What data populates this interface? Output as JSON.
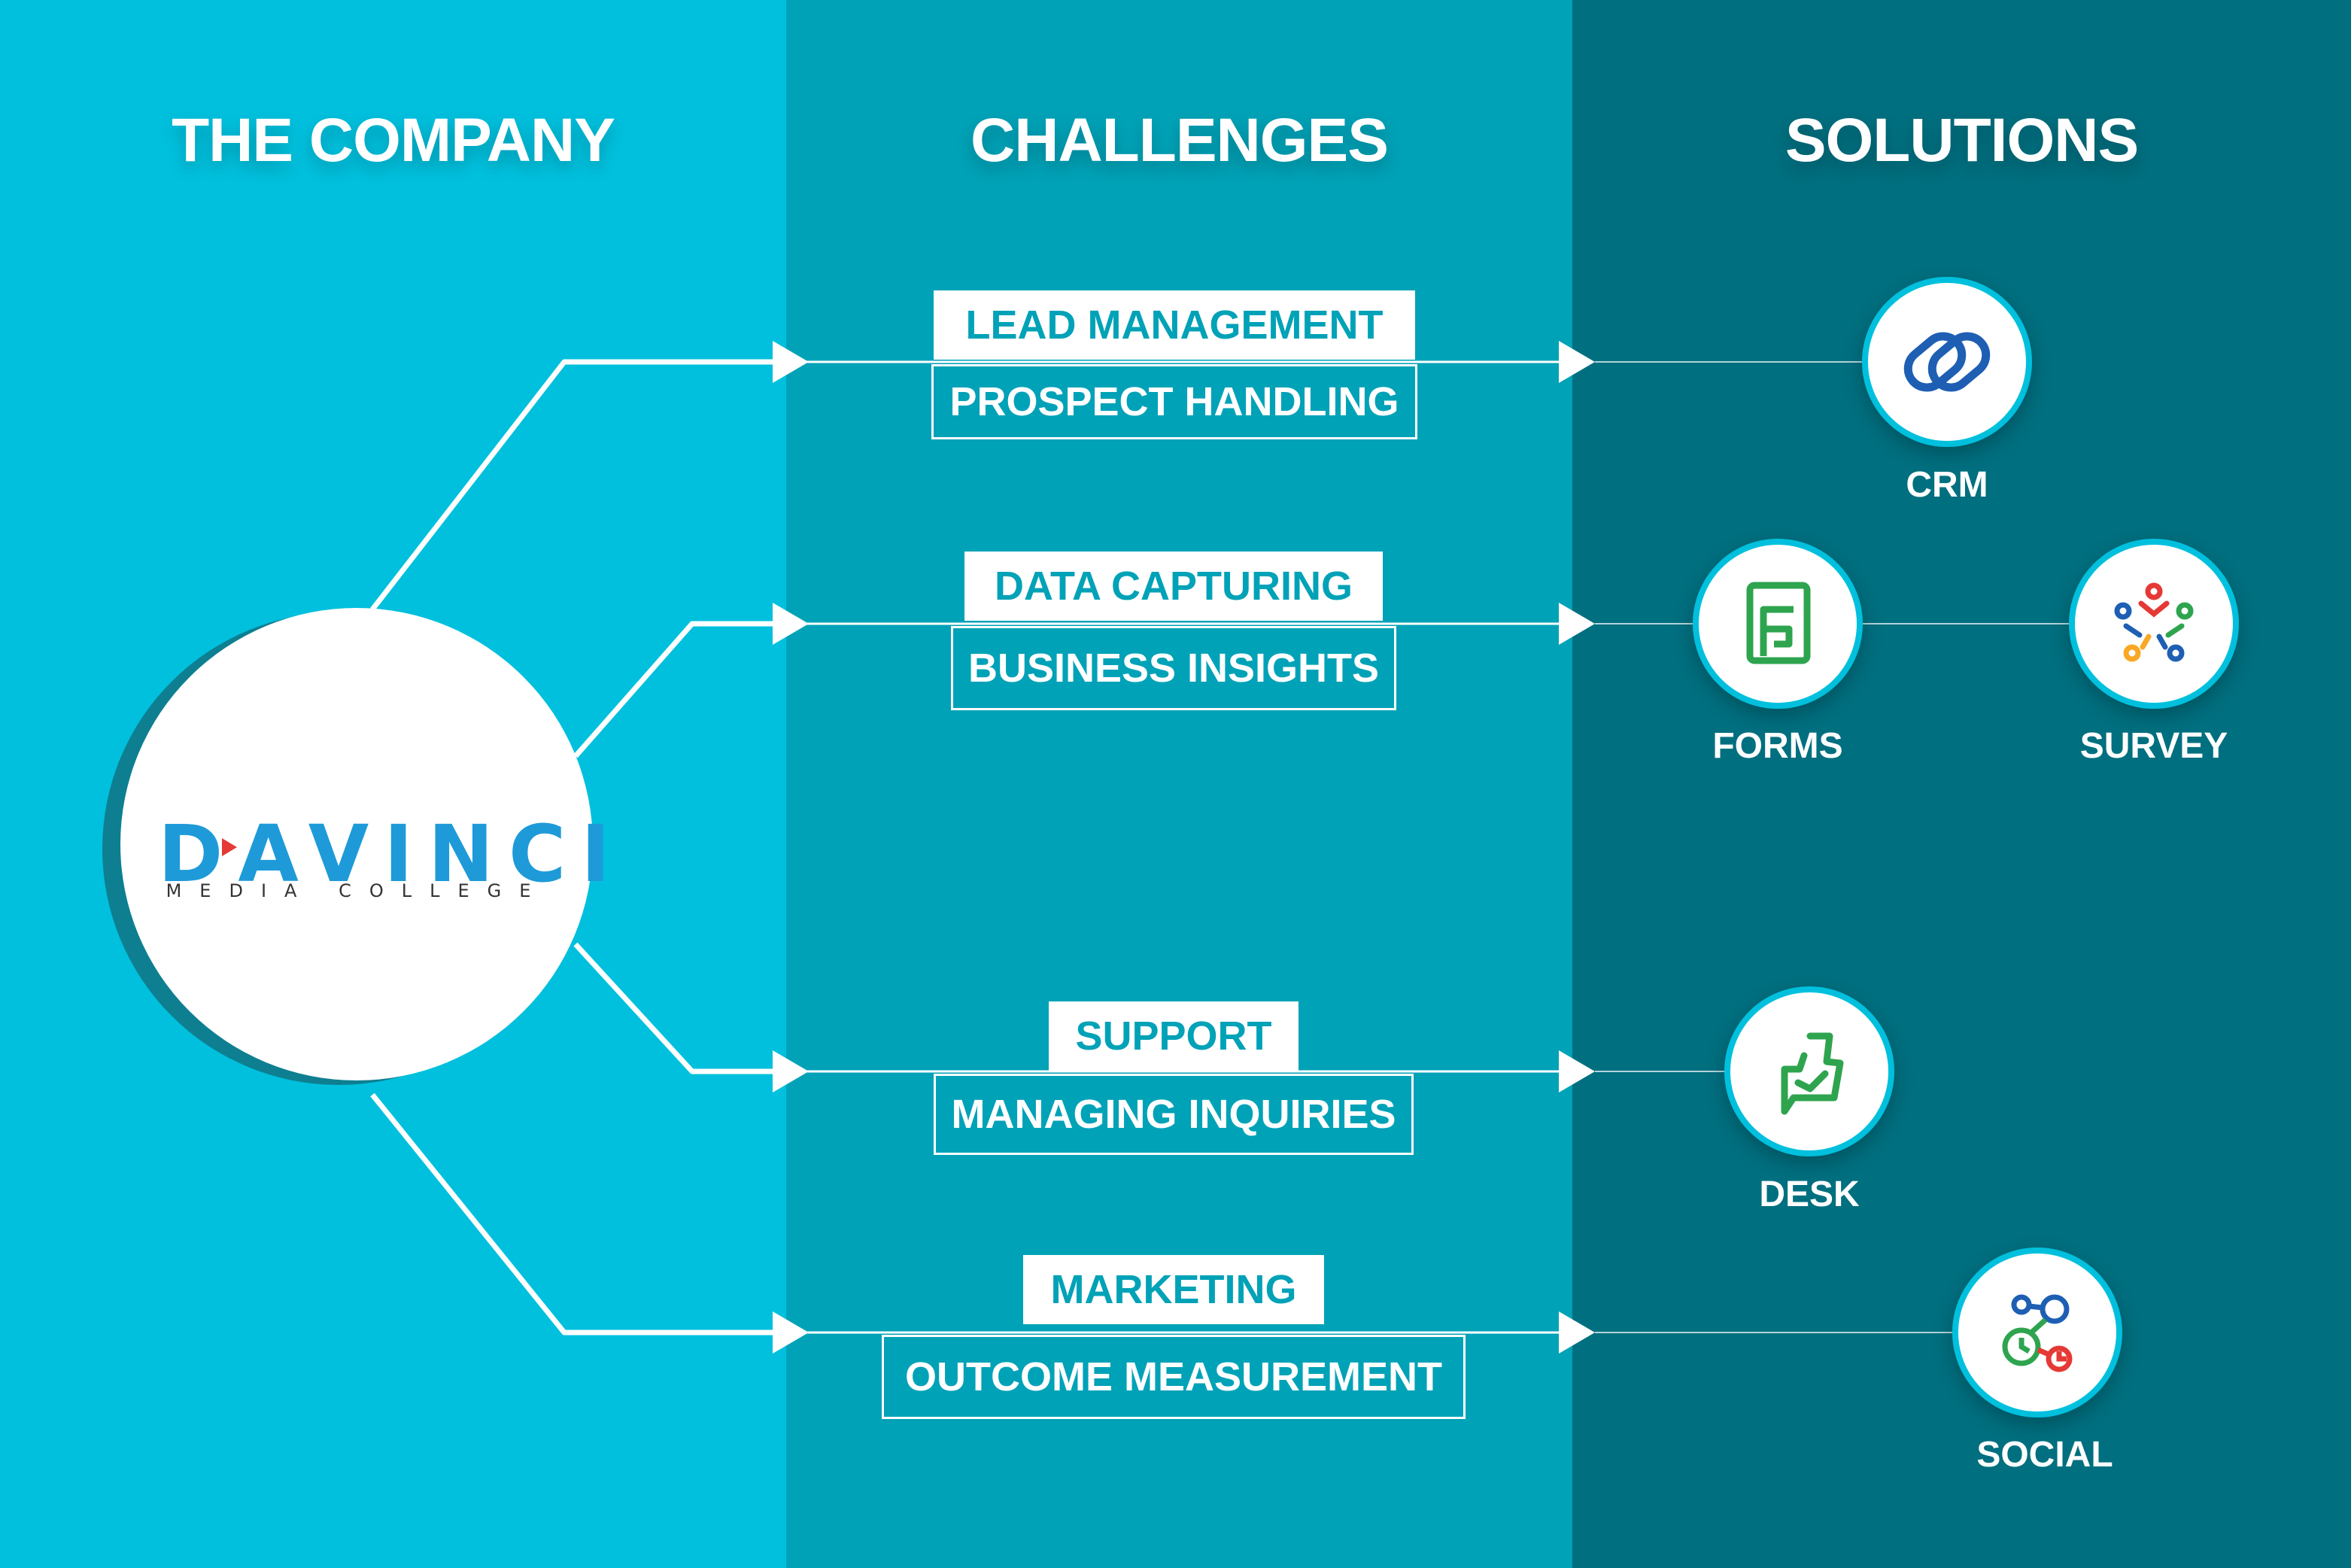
{
  "columns": {
    "company": "THE COMPANY",
    "challenges": "CHALLENGES",
    "solutions": "SOLUTIONS"
  },
  "company_logo": {
    "wordmark": "DAVINCI",
    "tagline": "MEDIA COLLEGE"
  },
  "challenges": [
    {
      "title": "LEAD MANAGEMENT",
      "subtitle": "PROSPECT HANDLING"
    },
    {
      "title": "DATA CAPTURING",
      "subtitle": "BUSINESS INSIGHTS"
    },
    {
      "title": "SUPPORT",
      "subtitle": "MANAGING INQUIRIES"
    },
    {
      "title": "MARKETING",
      "subtitle": "OUTCOME MEASUREMENT"
    }
  ],
  "solutions": [
    {
      "name": "CRM",
      "icon": "crm-icon"
    },
    {
      "name": "FORMS",
      "icon": "forms-icon"
    },
    {
      "name": "SURVEY",
      "icon": "survey-icon"
    },
    {
      "name": "DESK",
      "icon": "desk-icon"
    },
    {
      "name": "SOCIAL",
      "icon": "social-icon"
    }
  ],
  "colors": {
    "col_company": "#00c0dd",
    "col_challenges": "#00a2b7",
    "col_solutions": "#006f7f",
    "label_text": "#00a2b7"
  }
}
